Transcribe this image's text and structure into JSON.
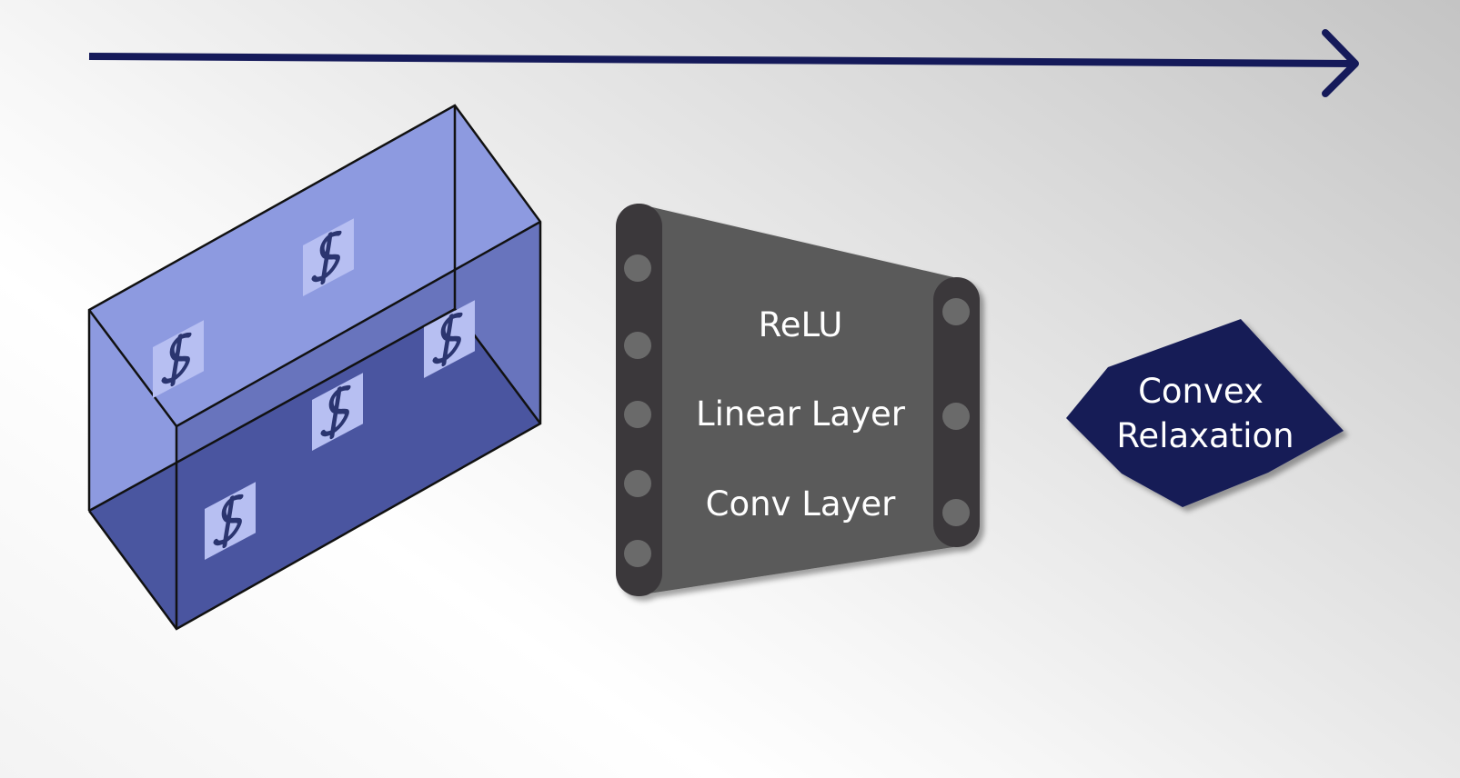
{
  "network_block": {
    "layers": [
      "ReLU",
      "Linear Layer",
      "Conv Layer"
    ]
  },
  "relaxation_block": {
    "line1": "Convex",
    "line2": "Relaxation"
  },
  "colors": {
    "arrow": "#151a5a",
    "box_front": "#4a56a0",
    "box_back": "#8d9ae0",
    "network_body": "#5a5a5a",
    "network_bar": "#3a373b",
    "node": "#6a6a6a",
    "hexagon": "#151b57"
  },
  "icons": [
    "process-arrow-icon",
    "input-region-box-icon",
    "digit-image-icon"
  ]
}
